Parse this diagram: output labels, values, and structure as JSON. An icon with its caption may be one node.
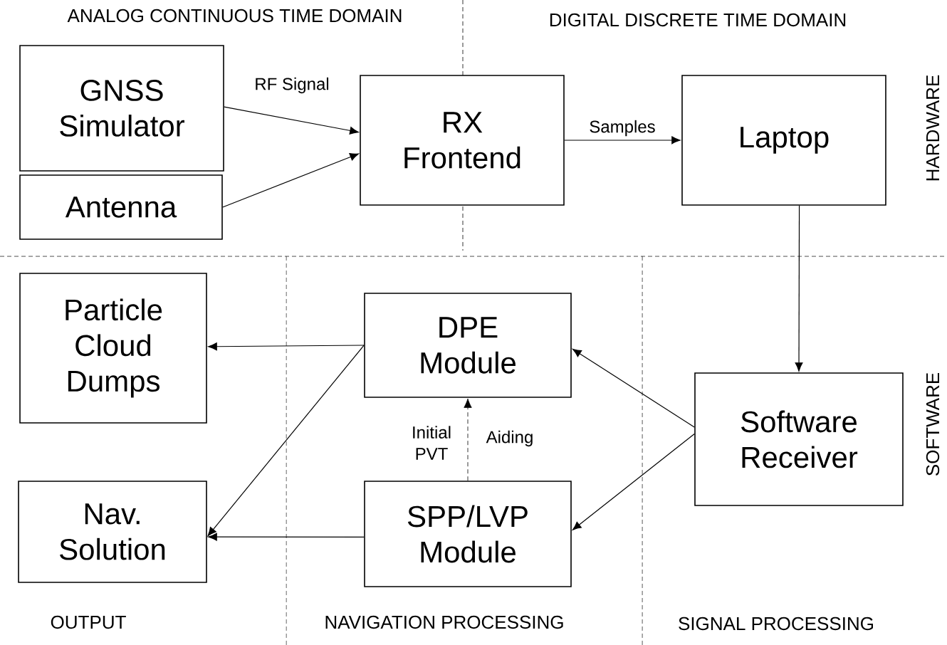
{
  "diagram": {
    "nodes": [
      {
        "text": [
          "GNSS Simulator"
        ]
      },
      {
        "text": [
          "Antenna"
        ]
      },
      {
        "text": [
          "RX Frontend"
        ]
      },
      {
        "text": [
          "Laptop"
        ]
      },
      {
        "text": [
          "Particle Cloud Dumps"
        ]
      },
      {
        "text": [
          "DPE Module"
        ]
      },
      {
        "text": [
          "Software Receiver"
        ]
      },
      {
        "text": [
          "Nav. Solution"
        ]
      },
      {
        "text": [
          "SPP/LVP Module"
        ]
      }
    ],
    "edges": [
      {
        "from": 0,
        "to": 2,
        "arrow": "to",
        "label": "RF Signal"
      },
      {
        "from": 1,
        "to": 2,
        "arrow": "to"
      },
      {
        "from": 2,
        "to": 3,
        "arrow": "to",
        "label": "Samples"
      },
      {
        "from": 3,
        "to": 6,
        "arrow": "to"
      },
      {
        "from": 6,
        "to": 5,
        "arrow": "to"
      },
      {
        "from": 6,
        "to": 8,
        "arrow": "to"
      },
      {
        "from": 5,
        "to": 4,
        "arrow": "to"
      },
      {
        "from": 5,
        "to": 7,
        "arrow": "to"
      },
      {
        "from": 8,
        "to": 7,
        "arrow": "to"
      },
      {
        "from": 8,
        "to": 5,
        "arrow": "to",
        "style": "dashed",
        "label": "Initial PVT"
      }
    ],
    "labels": [
      "ANALOG CONTINUOUS TIME DOMAIN",
      "DIGITAL DISCRETE TIME DOMAIN",
      "HARDWARE",
      "SOFTWARE",
      "Aiding",
      "OUTPUT",
      "NAVIGATION PROCESSING",
      "SIGNAL PROCESSING"
    ]
  }
}
